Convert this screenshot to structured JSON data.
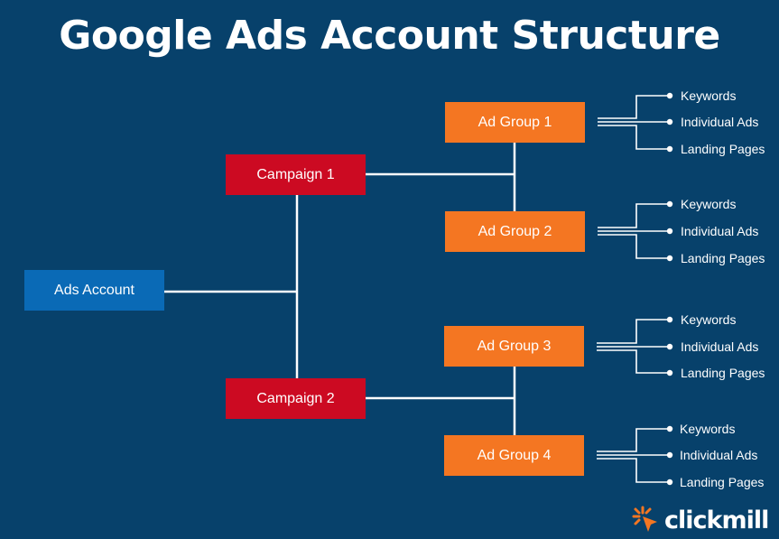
{
  "title": "Google Ads Account Structure",
  "colors": {
    "background": "#07416b",
    "account": "#0a6ab6",
    "campaign": "#cc0a22",
    "ad_group": "#f47622",
    "logo_accent": "#f47622"
  },
  "account": {
    "label": "Ads Account"
  },
  "campaigns": [
    {
      "label": "Campaign 1"
    },
    {
      "label": "Campaign 2"
    }
  ],
  "ad_groups": [
    {
      "label": "Ad Group 1",
      "items": [
        "Keywords",
        "Individual Ads",
        "Landing Pages"
      ]
    },
    {
      "label": "Ad Group 2",
      "items": [
        "Keywords",
        "Individual Ads",
        "Landing Pages"
      ]
    },
    {
      "label": "Ad Group 3",
      "items": [
        "Keywords",
        "Individual Ads",
        "Landing Pages"
      ]
    },
    {
      "label": "Ad Group 4",
      "items": [
        "Keywords",
        "Individual Ads",
        "Landing Pages"
      ]
    }
  ],
  "logo": {
    "text": "clickmill",
    "icon": "starburst-cursor-icon"
  }
}
